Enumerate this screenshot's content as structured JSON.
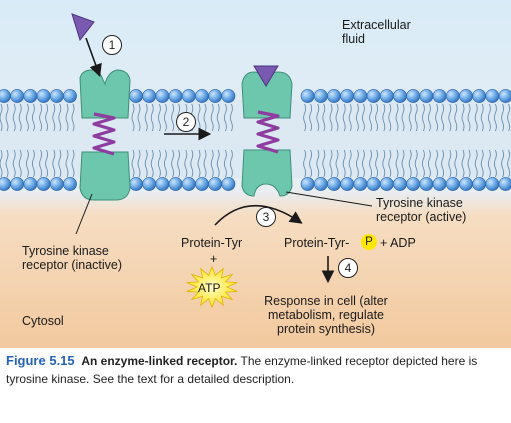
{
  "labels": {
    "extracellular": "Extracellular\nfluid",
    "cytosol": "Cytosol",
    "receptor_inactive": "Tyrosine kinase\nreceptor (inactive)",
    "receptor_active": "Tyrosine kinase\nreceptor (active)",
    "protein_tyr": "Protein-Tyr",
    "plus": "+",
    "atp": "ATP",
    "protein_tyr_p": "Protein-Tyr-",
    "phosphate": "P",
    "adp": "+ ADP",
    "response": "Response in cell (alter\nmetabolism, regulate\nprotein synthesis)"
  },
  "steps": [
    "1",
    "2",
    "3",
    "4"
  ],
  "caption": {
    "number": "Figure 5.15",
    "title": "An enzyme-linked receptor.",
    "text": "The enzyme-linked receptor depicted here is tyrosine kinase. See the text for a detailed description."
  },
  "colors": {
    "extracellular": "#d6e8f6",
    "cytosol": "#f5cfa7",
    "receptor": "#6dc7ad",
    "helix": "#8e3ca0",
    "ligand": "#7a5ab0",
    "lipid_head": "#5a9ee0",
    "atp": "#ffe600",
    "caption_number": "#2563b5"
  }
}
